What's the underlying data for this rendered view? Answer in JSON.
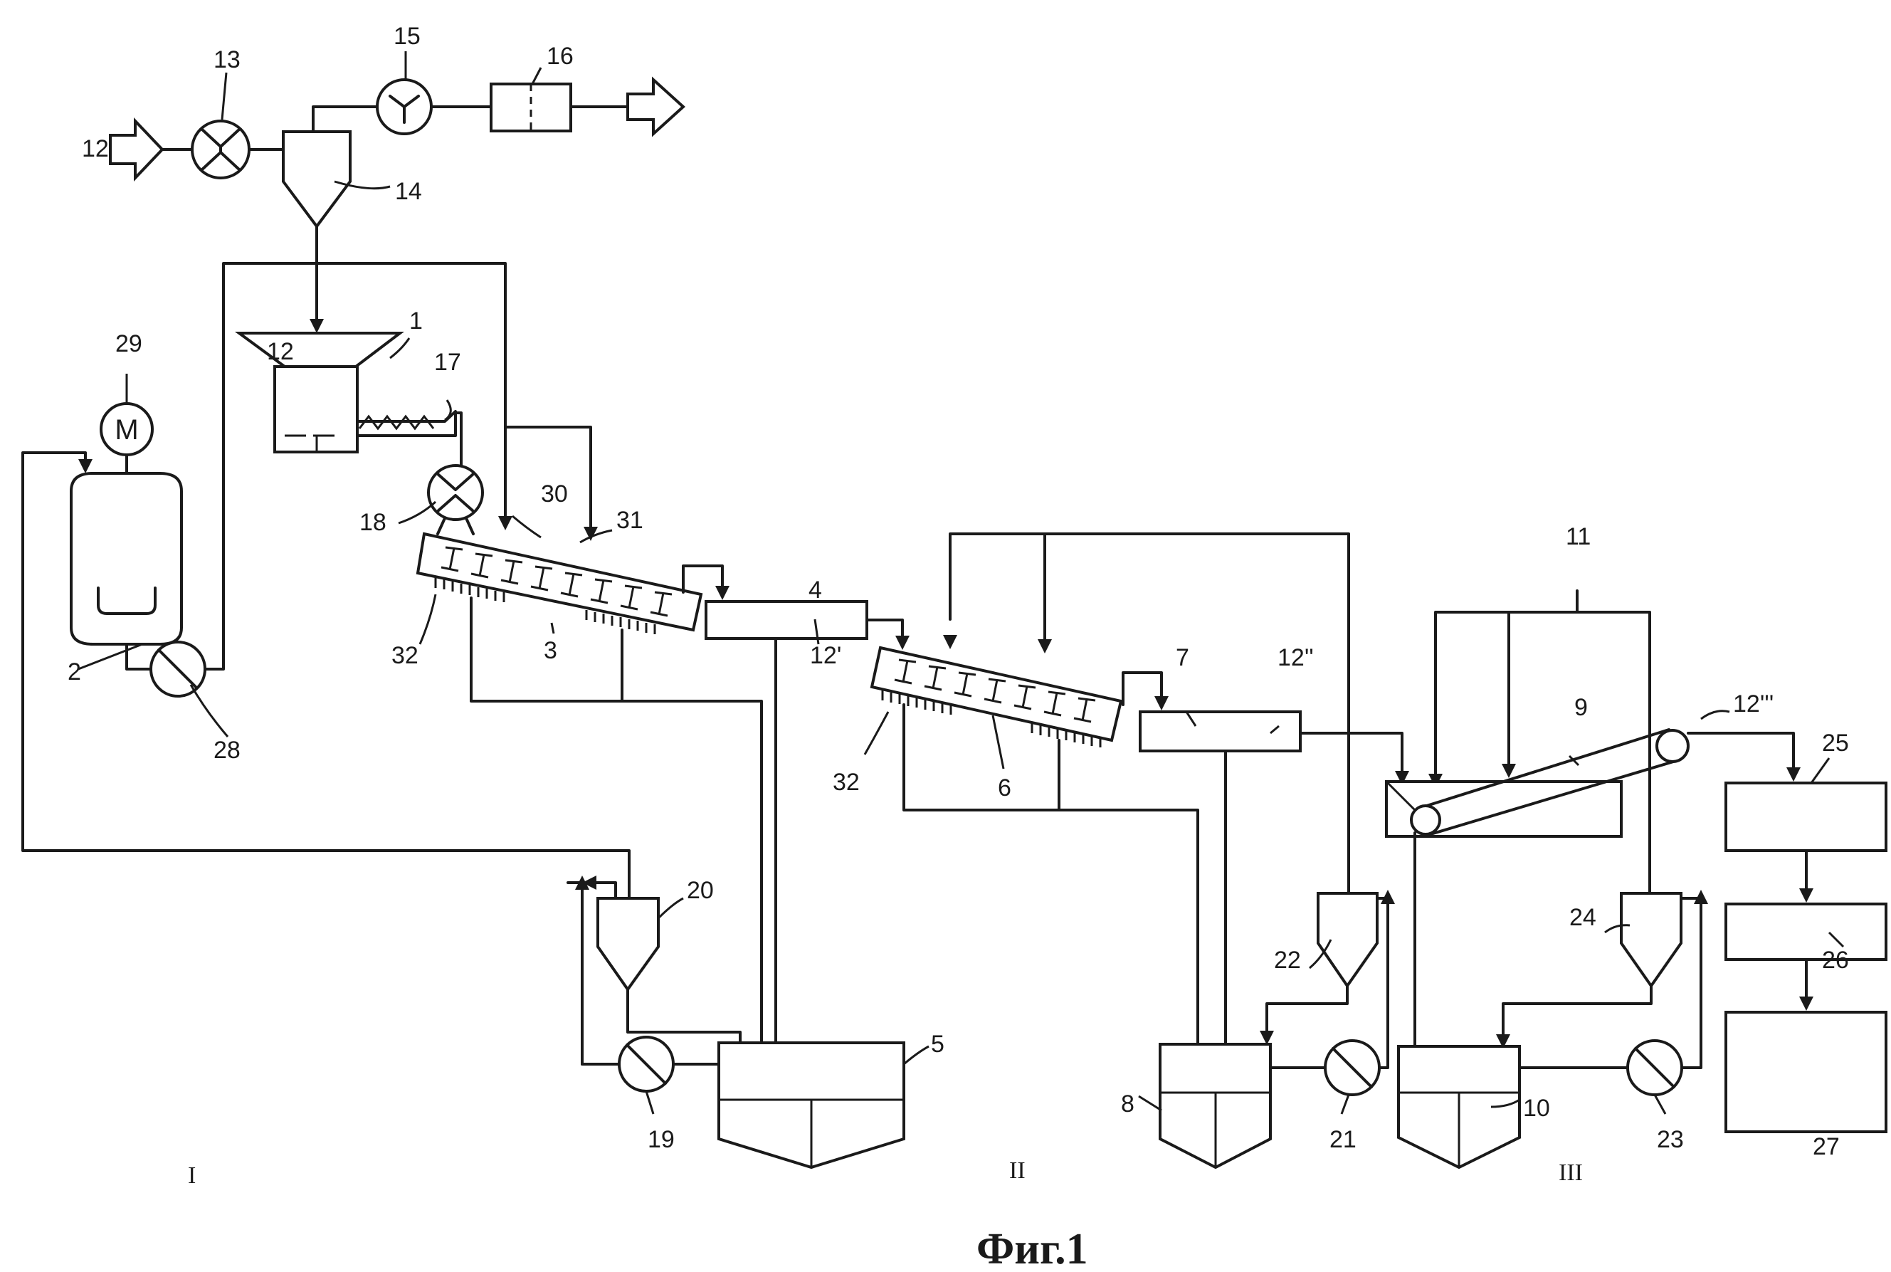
{
  "labels": {
    "n1": "1",
    "n2": "2",
    "n3": "3",
    "n4": "4",
    "n5": "5",
    "n6": "6",
    "n7": "7",
    "n8": "8",
    "n9": "9",
    "n10": "10",
    "n11": "11",
    "n12_inlet": "12",
    "n12_hopper": "12",
    "n12_a": "12'",
    "n12_b": "12''",
    "n12_c": "12'''",
    "n13": "13",
    "n14": "14",
    "n15": "15",
    "n16": "16",
    "n17": "17",
    "n18": "18",
    "n19": "19",
    "n20": "20",
    "n21": "21",
    "n22": "22",
    "n23": "23",
    "n24": "24",
    "n25": "25",
    "n26": "26",
    "n27": "27",
    "n28": "28",
    "n29": "29",
    "n30": "30",
    "n31": "31",
    "n32_a": "32",
    "n32_b": "32"
  },
  "motor_symbol": "M",
  "sections": {
    "s1": "I",
    "s2": "II",
    "s3": "III"
  },
  "caption": "Фиг.1"
}
